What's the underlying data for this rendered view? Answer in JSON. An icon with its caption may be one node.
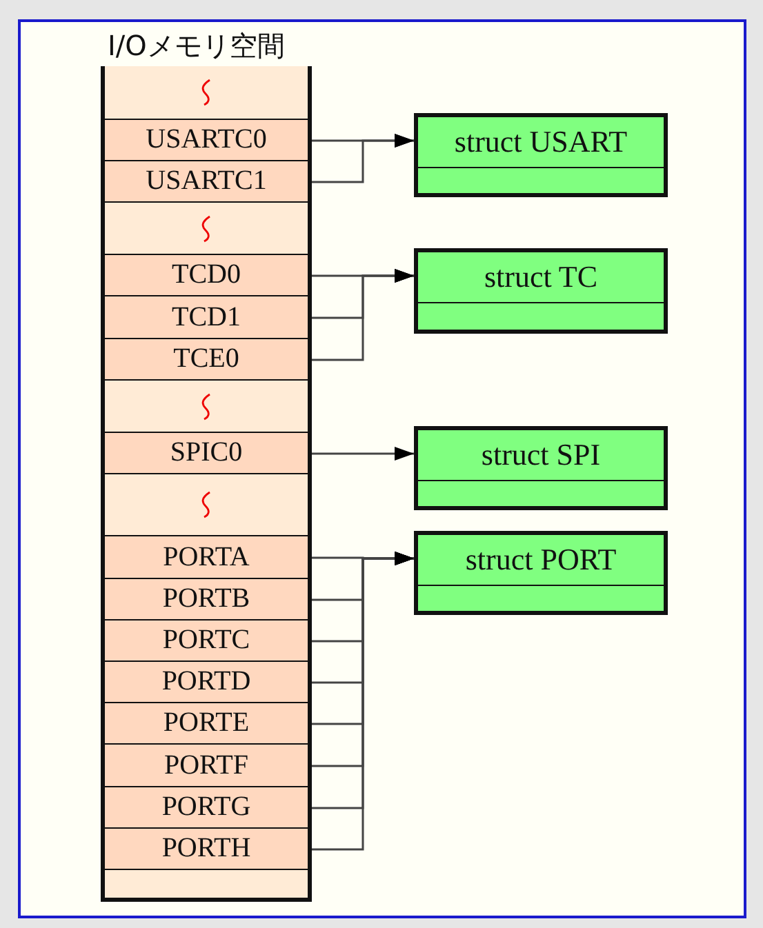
{
  "diagram": {
    "nodes": [
      {
        "text": [
          "I/Oメモリ空間"
        ]
      },
      {
        "text": [],
        "shape": "box",
        "in": 0
      },
      {
        "text": [
          "USARTC0"
        ],
        "in": 0
      },
      {
        "text": [
          "USARTC1"
        ],
        "in": 0
      },
      {
        "text": [],
        "shape": "box",
        "in": 0
      },
      {
        "text": [
          "TCD0"
        ],
        "in": 0
      },
      {
        "text": [
          "TCD1"
        ],
        "in": 0
      },
      {
        "text": [
          "TCE0"
        ],
        "in": 0
      },
      {
        "text": [],
        "shape": "box",
        "in": 0
      },
      {
        "text": [
          "SPIC0"
        ],
        "in": 0
      },
      {
        "text": [],
        "shape": "box",
        "in": 0
      },
      {
        "text": [
          "PORTA"
        ],
        "in": 0
      },
      {
        "text": [
          "PORTB"
        ],
        "in": 0
      },
      {
        "text": [
          "PORTC"
        ],
        "in": 0
      },
      {
        "text": [
          "PORTD"
        ],
        "in": 0
      },
      {
        "text": [
          "PORTE"
        ],
        "in": 0
      },
      {
        "text": [
          "PORTF"
        ],
        "in": 0
      },
      {
        "text": [
          "PORTG"
        ],
        "in": 0
      },
      {
        "text": [
          "PORTH"
        ],
        "in": 0
      },
      {
        "text": [],
        "shape": "box",
        "in": 0
      },
      {
        "text": [
          "struct USART"
        ]
      },
      {
        "text": [
          "struct TC"
        ]
      },
      {
        "text": [
          "struct SPI"
        ]
      },
      {
        "text": [
          "struct PORT"
        ]
      }
    ],
    "edges": [
      {
        "from": 2,
        "to": 20,
        "arrow": "to"
      },
      {
        "from": 3,
        "to": 20,
        "arrow": "to"
      },
      {
        "from": 5,
        "to": 21,
        "arrow": "to"
      },
      {
        "from": 6,
        "to": 21,
        "arrow": "to"
      },
      {
        "from": 7,
        "to": 21,
        "arrow": "to"
      },
      {
        "from": 9,
        "to": 22,
        "arrow": "to"
      },
      {
        "from": 11,
        "to": 23,
        "arrow": "to"
      },
      {
        "from": 12,
        "to": 23,
        "arrow": "to"
      },
      {
        "from": 13,
        "to": 23,
        "arrow": "to"
      },
      {
        "from": 14,
        "to": 23,
        "arrow": "to"
      },
      {
        "from": 15,
        "to": 23,
        "arrow": "to"
      },
      {
        "from": 16,
        "to": 23,
        "arrow": "to"
      },
      {
        "from": 17,
        "to": 23,
        "arrow": "to"
      },
      {
        "from": 18,
        "to": 23,
        "arrow": "to"
      }
    ]
  }
}
